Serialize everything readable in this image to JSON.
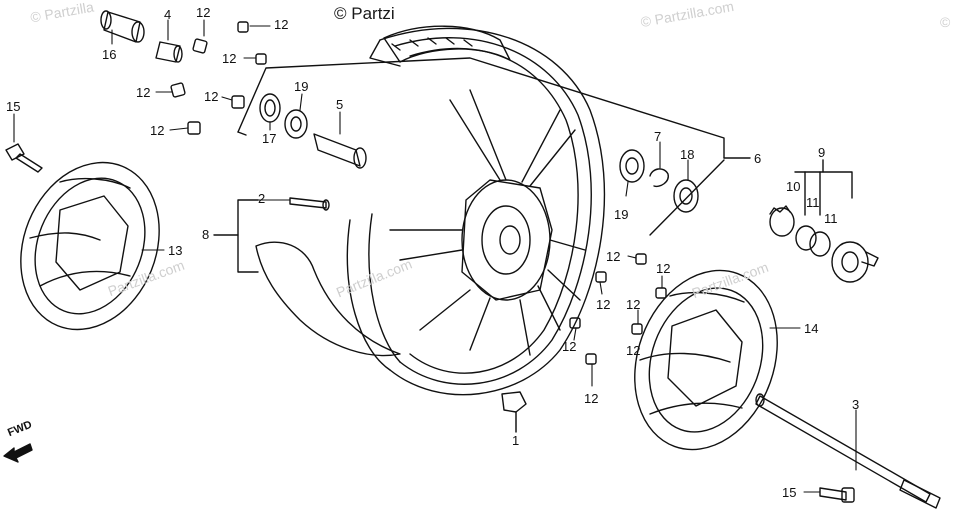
{
  "watermarks": {
    "top_center": "© Partzi",
    "top_left": "© Partzilla",
    "top_right": "© Partzilla.com",
    "right_edge": "©",
    "mid_right": "Partzilla.com",
    "mid_left": "Partzilla.com",
    "center": "Partzilla.com"
  },
  "fwd_label": "FWD",
  "callouts": {
    "c1": "1",
    "c2": "2",
    "c3": "3",
    "c4": "4",
    "c5": "5",
    "c6": "6",
    "c7": "7",
    "c8": "8",
    "c9": "9",
    "c10": "10",
    "c11a": "11",
    "c11b": "11",
    "c12a": "12",
    "c12b": "12",
    "c12c": "12",
    "c12d": "12",
    "c12e": "12",
    "c12f": "12",
    "c12g": "12",
    "c12h": "12",
    "c12i": "12",
    "c12j": "12",
    "c12k": "12",
    "c12l": "12",
    "c12m": "12",
    "c13": "13",
    "c14": "14",
    "c15a": "15",
    "c15b": "15",
    "c16": "16",
    "c17": "17",
    "c18": "18",
    "c19a": "19",
    "c19b": "19"
  }
}
